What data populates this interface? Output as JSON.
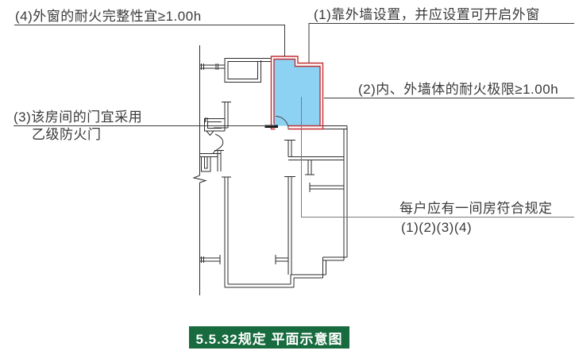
{
  "annotations": {
    "note4": {
      "label": "(4)外窗的耐火完整性宜≥1.00h"
    },
    "note1": {
      "label": "(1)靠外墙设置，并应设置可开启外窗"
    },
    "note2": {
      "label": "(2)内、外墙体的耐火极限≥1.00h"
    },
    "note3": {
      "line1": "(3)该房间的门宜采用",
      "line2": "乙级防火门"
    },
    "note_unit": {
      "line1": "每户应有一间房符合规定",
      "line2": "(1)(2)(3)(4)"
    }
  },
  "caption": {
    "label": "5.5.32规定 平面示意图",
    "background": "#176B3E",
    "color": "#FFFFFF"
  },
  "colors": {
    "room_fill": "#8DD2F2",
    "fire_wall_outline": "#C22F35",
    "wall": "#2B2B2B",
    "leader": "#3A3A3A",
    "leader_gray": "#7A7A7A",
    "door": "#1A1A1A"
  }
}
